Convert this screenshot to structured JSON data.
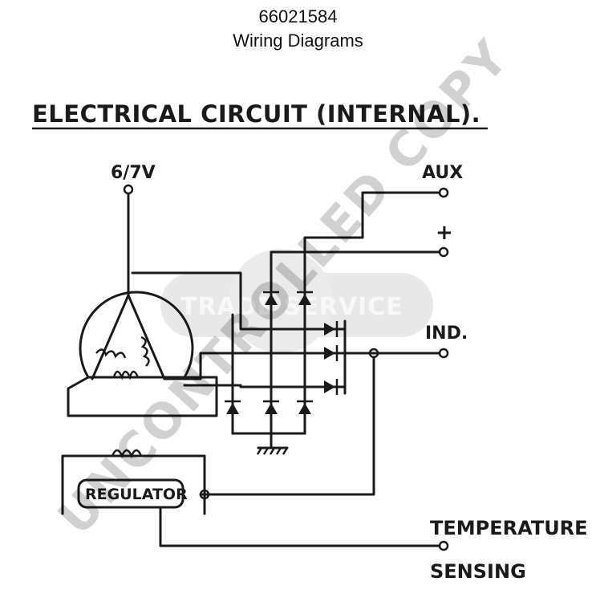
{
  "header": {
    "part_number": "66021584",
    "subtitle": "Wiring Diagrams"
  },
  "diagram": {
    "title": "ELECTRICAL CIRCUIT (INTERNAL).",
    "labels": {
      "supply": "6/7V",
      "aux": "AUX",
      "positive": "+",
      "ind": "IND.",
      "regulator": "REGULATOR",
      "temperature": "TEMPERATURE",
      "sensing": "SENSING"
    },
    "watermarks": {
      "stamp": "UNCONTROLLED COPY",
      "logo": "TRADE SERVICE"
    }
  }
}
